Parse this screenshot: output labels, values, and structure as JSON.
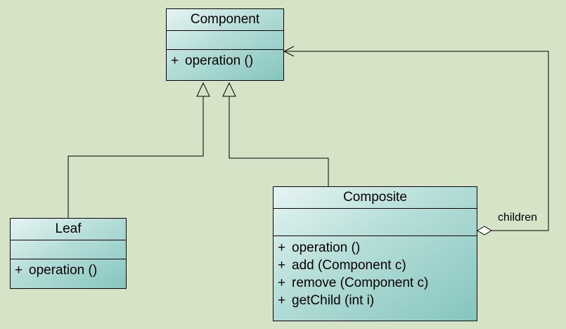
{
  "colors": {
    "background": "#d5e3c7",
    "class_fill_light": "#e6f4f2",
    "class_fill_dark": "#86c5bf",
    "line": "#000000"
  },
  "classes": {
    "component": {
      "name": "Component",
      "operations": [
        {
          "visibility": "+",
          "text": "operation ()"
        }
      ]
    },
    "leaf": {
      "name": "Leaf",
      "operations": [
        {
          "visibility": "+",
          "text": "operation ()"
        }
      ]
    },
    "composite": {
      "name": "Composite",
      "operations": [
        {
          "visibility": "+",
          "text": "operation ()"
        },
        {
          "visibility": "+",
          "text": "add (Component c)"
        },
        {
          "visibility": "+",
          "text": "remove (Component c)"
        },
        {
          "visibility": "+",
          "text": "getChild (int i)"
        }
      ]
    }
  },
  "relationships": {
    "leaf_generalization": {
      "type": "generalization",
      "from": "Leaf",
      "to": "Component"
    },
    "composite_generalization": {
      "type": "generalization",
      "from": "Composite",
      "to": "Component"
    },
    "children_aggregation": {
      "type": "aggregation",
      "from": "Composite",
      "to": "Component",
      "label": "children"
    }
  }
}
